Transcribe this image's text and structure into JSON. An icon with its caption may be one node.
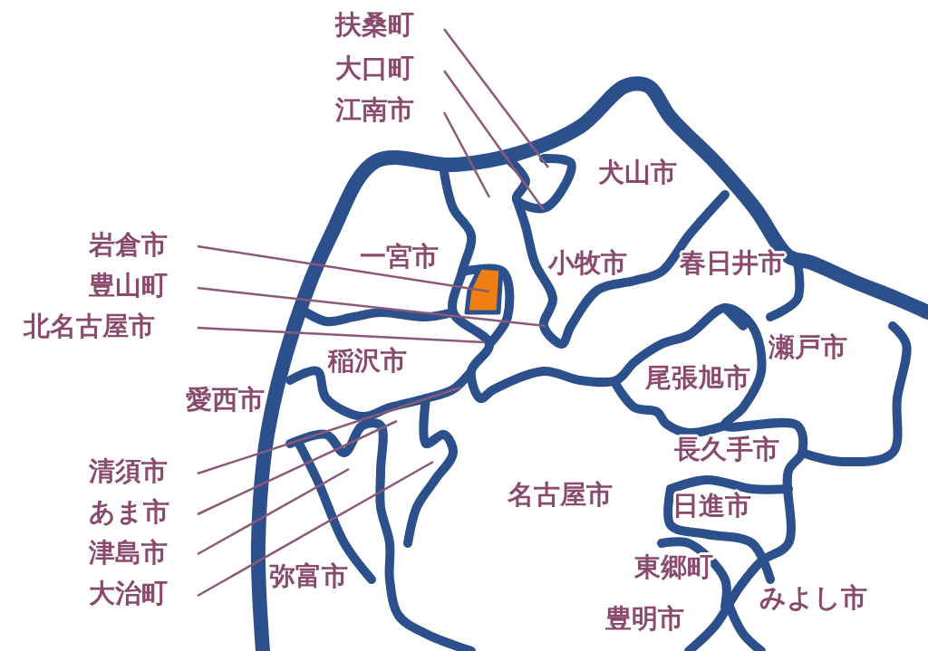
{
  "diagram": {
    "nodes": [
      {
        "text": [
          "扶桑町"
        ]
      },
      {
        "text": [
          "大口町"
        ]
      },
      {
        "text": [
          "江南市"
        ]
      },
      {
        "text": [
          "岩倉市"
        ]
      },
      {
        "text": [
          "豊山町"
        ]
      },
      {
        "text": [
          "北名古屋市"
        ]
      },
      {
        "text": [
          "清須市"
        ]
      },
      {
        "text": [
          "あま市"
        ]
      },
      {
        "text": [
          "津島市"
        ]
      },
      {
        "text": [
          "大治町"
        ]
      }
    ],
    "edges": [
      {
        "from": 0,
        "to": null,
        "arrow": "none"
      },
      {
        "from": 1,
        "to": null,
        "arrow": "none"
      },
      {
        "from": 2,
        "to": null,
        "arrow": "none"
      },
      {
        "from": 3,
        "to": null,
        "arrow": "none"
      },
      {
        "from": 4,
        "to": null,
        "arrow": "none"
      },
      {
        "from": 5,
        "to": null,
        "arrow": "none"
      },
      {
        "from": 6,
        "to": null,
        "arrow": "none"
      },
      {
        "from": 7,
        "to": null,
        "arrow": "none"
      },
      {
        "from": 8,
        "to": null,
        "arrow": "none"
      },
      {
        "from": 9,
        "to": null,
        "arrow": "none"
      }
    ],
    "labels": [
      "犬山市",
      "一宮市",
      "小牧市",
      "春日井市",
      "瀬戸市",
      "稲沢市",
      "尾張旭市",
      "愛西市",
      "長久手市",
      "名古屋市",
      "日進市",
      "東郷町",
      "弥富市",
      "みよし市",
      "豊明市"
    ]
  }
}
